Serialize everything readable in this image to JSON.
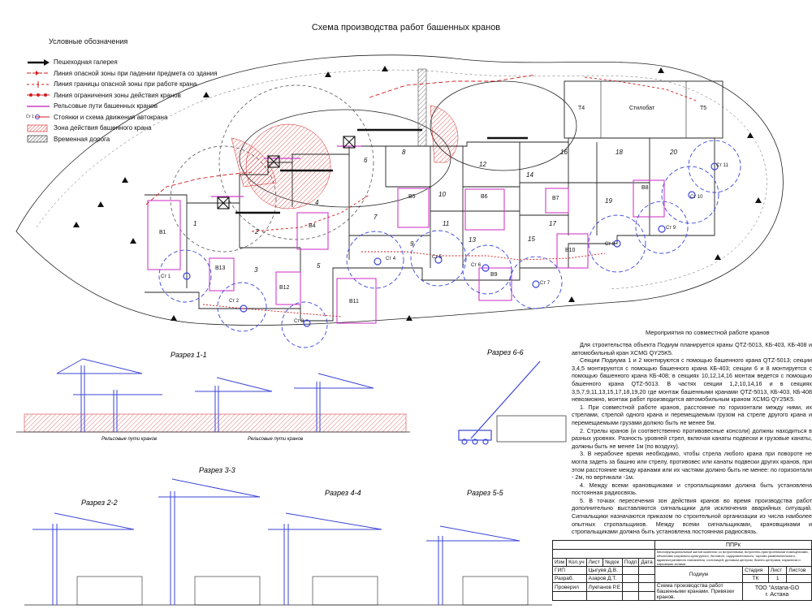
{
  "title": "Схема производства работ башенных кранов",
  "legend": {
    "title": "Условные обозначения",
    "items": [
      {
        "symbol": "gallery-arrow-icon",
        "label": "Пешеходная галерея"
      },
      {
        "symbol": "hazard-line-fall-icon",
        "label": "Линия опасной зоны при падении предмета со здания"
      },
      {
        "symbol": "hazard-line-crane-icon",
        "label": "Линия границы опасной зоны при работе крана"
      },
      {
        "symbol": "limit-line-icon",
        "label": "Линия ограничения зоны действия кранов"
      },
      {
        "symbol": "rail-track-icon",
        "label": "Рельсовые пути башенных кранов"
      },
      {
        "symbol": "autocrane-stop-icon",
        "label": "Стоянки и схема движения автокрана",
        "tag": "Ст 1"
      },
      {
        "symbol": "crane-zone-icon",
        "label": "Зона действия  башенного крана"
      },
      {
        "symbol": "temp-road-icon",
        "label": "Временная дорога"
      }
    ]
  },
  "plan": {
    "sections": [
      "1",
      "2",
      "3",
      "4",
      "5",
      "6",
      "7",
      "8",
      "9",
      "10",
      "11",
      "12",
      "13",
      "14",
      "15",
      "16",
      "17",
      "18",
      "19",
      "20"
    ],
    "blocks": [
      "B1",
      "B4",
      "B5",
      "B6",
      "B7",
      "B8",
      "B9",
      "B10",
      "B11",
      "B12",
      "B13"
    ],
    "towers": [
      "T4",
      "T5"
    ],
    "podium_label": "Стилобат",
    "stops": [
      "Ст 1",
      "Ст 2",
      "Ст 3",
      "Ст 4",
      "Ст 5",
      "Ст 6",
      "Ст 7",
      "Ст 8",
      "Ст 9",
      "Ст 10",
      "Ст 11"
    ]
  },
  "sections_views": {
    "s11": "Разрез 1-1",
    "s66": "Разрез 6-6",
    "s22": "Разрез 2-2",
    "s33": "Разрез 3-3",
    "s44": "Разрез 4-4",
    "s55": "Разрез 5-5",
    "rail_label_1": "Рельсовые пути кранов",
    "rail_label_2": "Рельсовые пути кранов"
  },
  "measures": {
    "title": "Мероприятия по совместной работе кранов",
    "paragraphs": [
      "Для строительства объекта Подиум планируется краны QTZ-5013, КБ-403, КБ-408 и автомобильный кран XCMG QY25K5.",
      "Секции Подиума 1 и 2 монтируются с помощью башенного крана QTZ-5013; секции 3,4,5 монтируются с помощью башенного крана КБ-403; секции 6 и 8 монтируется с помощью башенного крана КБ-408; в секциях 10,12,14,16 монтаж ведется с помощью башенного крана QTZ-5013. В частях секции 1,2,10,14,16 и в секциях 3,5,7,9,11,13,15,17,18,19,20 где монтаж башенными кранами QTZ-5013, КБ-403, КБ-408 невозможно, монтаж работ производится автомобильным краном XCMG QY25K5.",
      "1.  При совместной работе кранов, расстояние по горизонтали между ними, их стрелами, стрелой одного крана и перемещаемым грузом на стреле другого крана и перемещаемыми грузами должно быть не менее 5м.",
      "2.  Стрелы кранов (и соответственно противовесные консоли) должны находиться в разных уровнях. Разность уровней стрел, включая канаты подвески и грузовые канаты, должны быть не менее 1м (по воздуху).",
      "3.  В нерабочее время необходимо, чтобы стрела любого крана при повороте не могла задеть за башню или стрелу, противовес или канаты подвески других кранов, при этом расстояние между кранами или их частями должно быть не менее: по горизонтали - 2м, по вертикали -1м.",
      "4.   Между всеми крановщиками и стропальщиками должна быть установлена постоянная радиосвязь.",
      "5. В точках пересечения зон действия кранов во время производства работ дополнительно выставляются  сигнальщики для исключения аварийных ситуаций. Сигнальщики назначаются приказом по строительной организации из числа наиболее опытных стропальщиков. Между всеми сигнальщиками, крановщиками и стропальщиками должна быть установлена постоянная радиосвязь."
    ]
  },
  "titleblock": {
    "code": "ППРк",
    "description": "Многофункциональный жилой комплекс со встроенными, встроенно-пристроенными помещениями, объектами социально-культурного, бытового, оздоровительного, торгово-развлекательного, административного назначения, гостиницей, деловым центром, бизнес-центрами, паркингом и парковыми зонами.",
    "cols": [
      "Изм",
      "Кол.уч",
      "Лист",
      "№док",
      "Подп",
      "Дата"
    ],
    "roles": [
      {
        "role": "ГИП",
        "name": "Цыгуев Д.В."
      },
      {
        "role": "Разраб.",
        "name": "Азаров Д.Т."
      },
      {
        "role": "Проверил",
        "name": "Лукпанов Р.Е"
      }
    ],
    "object": "Подиум",
    "sheet_title": "Схема производства работ башенными кранами. Привязки кранов.",
    "stage_h": "Стадия",
    "sheet_h": "Лист",
    "sheets_h": "Листов",
    "stage": "ТК",
    "sheet": "1",
    "sheets": "",
    "org": "ТОО \"Astana-GO",
    "city": "г. Астана"
  },
  "colors": {
    "line": "#1a1a1a",
    "blue": "#3b46d6",
    "red": "#d01c1c",
    "magenta": "#d23cc9",
    "hatch": "#e88c8c"
  }
}
